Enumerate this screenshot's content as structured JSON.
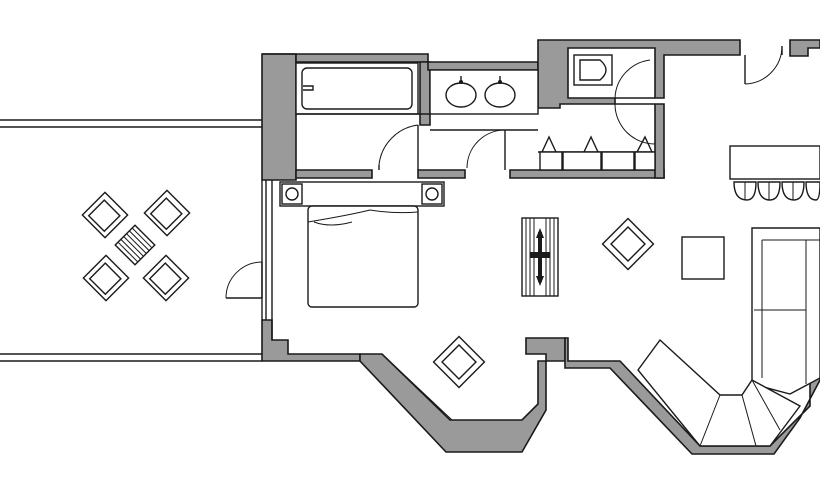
{
  "plan": {
    "background": "#ffffff",
    "wall_fill": "#9a9a9a",
    "line_color": "#1a1a1a",
    "rooms": [
      "terrace",
      "bathroom",
      "wc",
      "bedroom",
      "living-room",
      "kitchen"
    ],
    "furniture": [
      "bathtub",
      "double-sink",
      "toilet",
      "double-bed",
      "nightstand",
      "rug",
      "armchair",
      "side-table",
      "sofa",
      "dining-table",
      "dining-chair",
      "terrace-table",
      "terrace-chair",
      "storage-unit"
    ]
  }
}
